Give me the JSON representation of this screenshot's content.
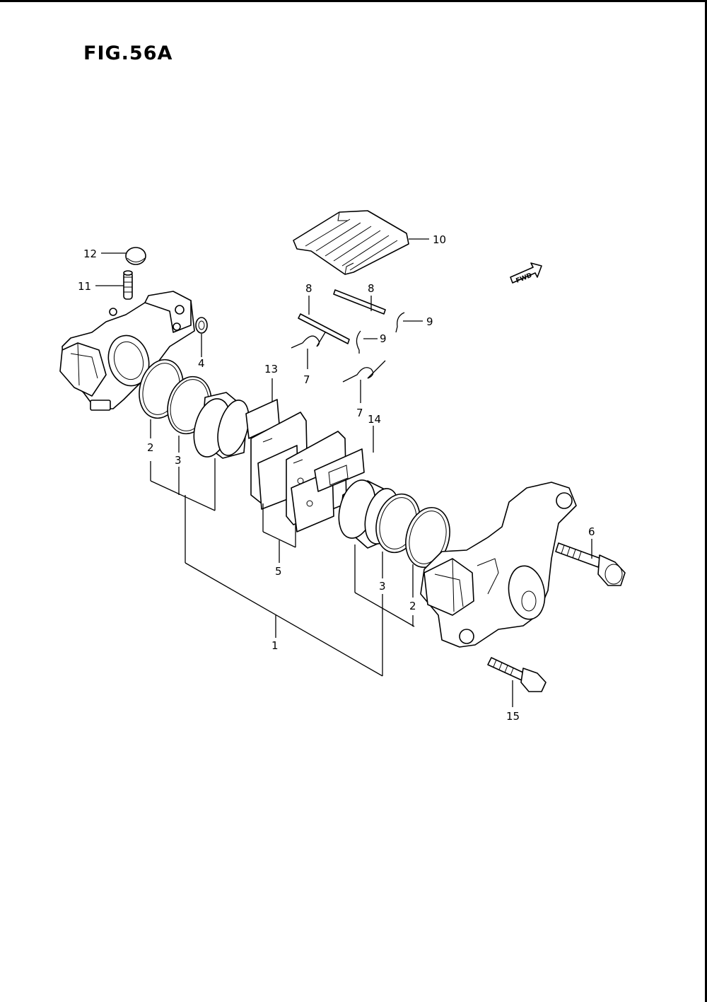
{
  "figure": {
    "title": "FIG.56A",
    "direction_label": "FWD"
  },
  "callouts": [
    {
      "id": "c-12",
      "label": "12"
    },
    {
      "id": "c-11",
      "label": "11"
    },
    {
      "id": "c-4",
      "label": "4"
    },
    {
      "id": "c-10",
      "label": "10"
    },
    {
      "id": "c-8a",
      "label": "8"
    },
    {
      "id": "c-8b",
      "label": "8"
    },
    {
      "id": "c-9a",
      "label": "9"
    },
    {
      "id": "c-9b",
      "label": "9"
    },
    {
      "id": "c-7a",
      "label": "7"
    },
    {
      "id": "c-7b",
      "label": "7"
    },
    {
      "id": "c-13",
      "label": "13"
    },
    {
      "id": "c-14",
      "label": "14"
    },
    {
      "id": "c-2a",
      "label": "2"
    },
    {
      "id": "c-3a",
      "label": "3"
    },
    {
      "id": "c-5",
      "label": "5"
    },
    {
      "id": "c-6",
      "label": "6"
    },
    {
      "id": "c-3b",
      "label": "3"
    },
    {
      "id": "c-2b",
      "label": "2"
    },
    {
      "id": "c-1",
      "label": "1"
    },
    {
      "id": "c-15",
      "label": "15"
    }
  ]
}
